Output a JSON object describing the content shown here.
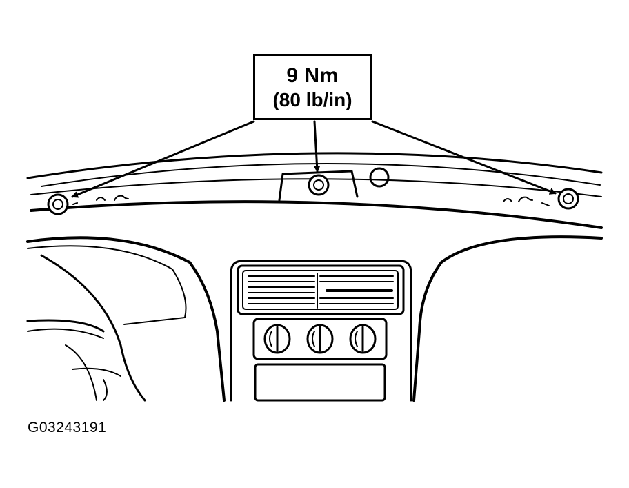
{
  "callout": {
    "torque_metric": "9 Nm",
    "torque_imperial": "(80 lb/in)"
  },
  "figure_id": "G03243191"
}
